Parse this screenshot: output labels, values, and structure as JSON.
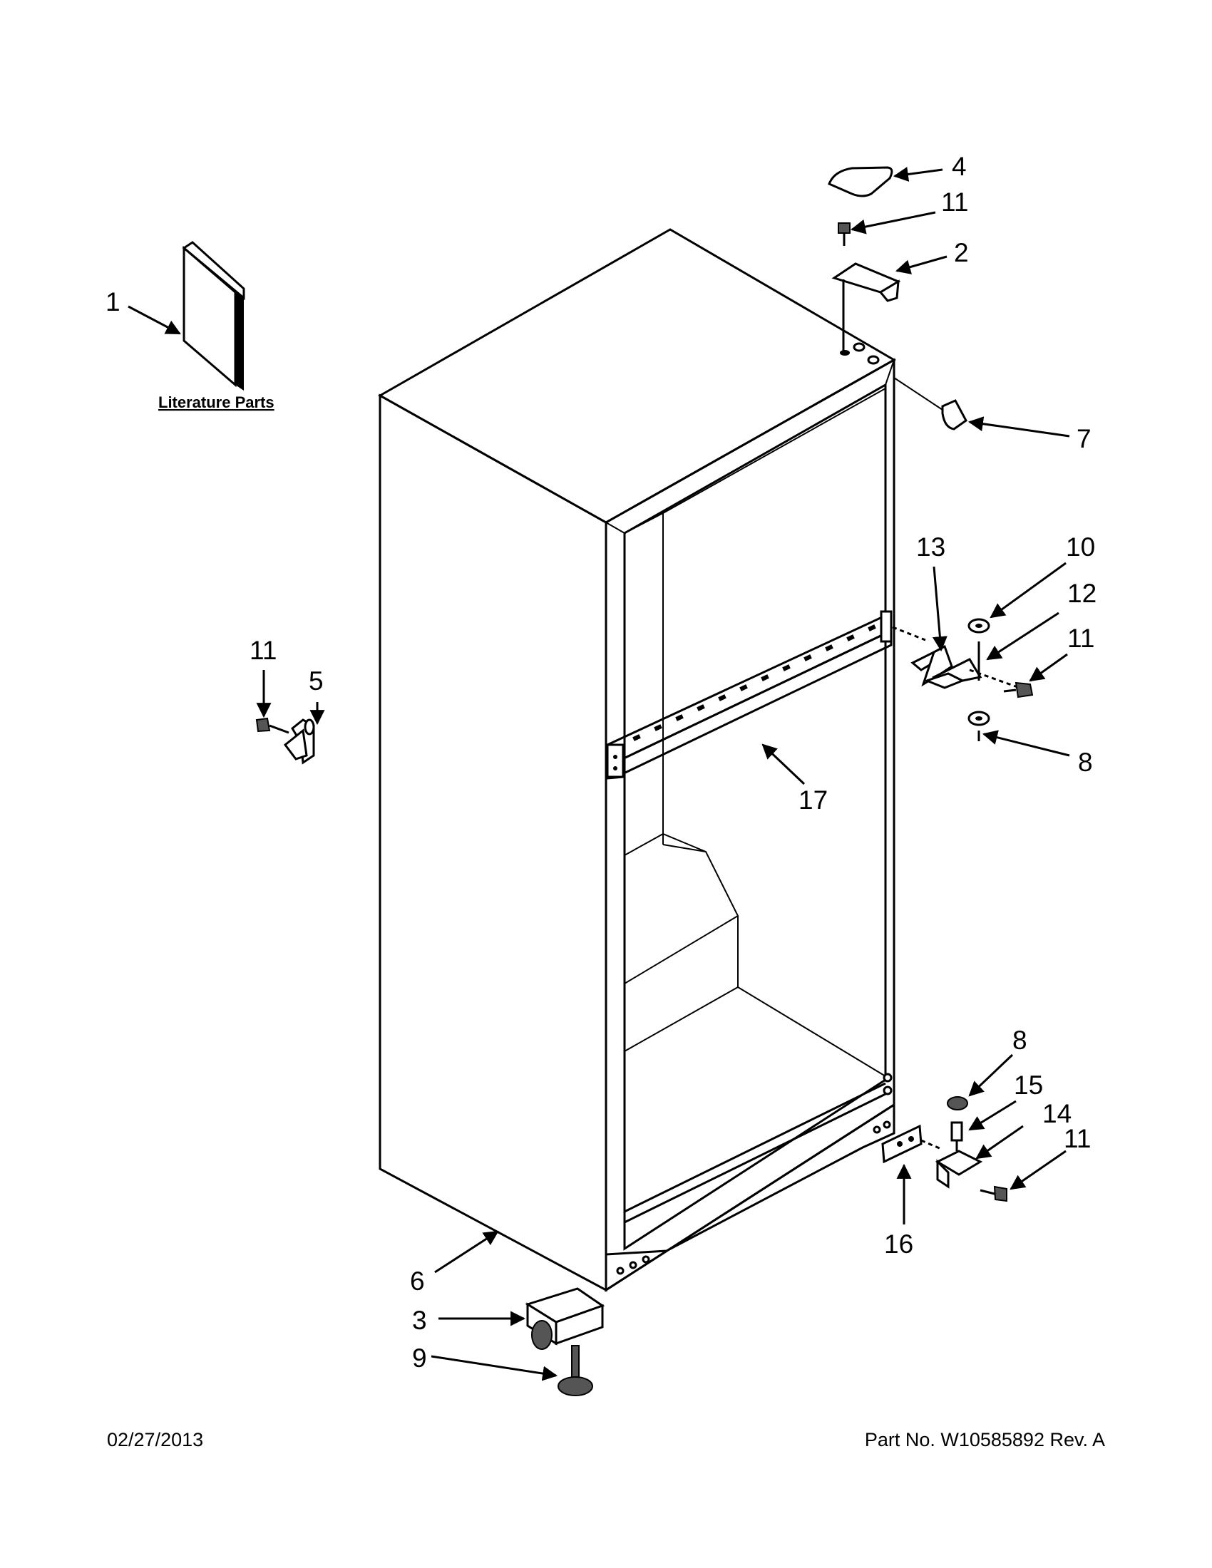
{
  "literature_label": "Literature Parts",
  "callouts": [
    {
      "id": "c1",
      "text": "1"
    },
    {
      "id": "c4",
      "text": "4"
    },
    {
      "id": "c11a",
      "text": "11"
    },
    {
      "id": "c2",
      "text": "2"
    },
    {
      "id": "c7",
      "text": "7"
    },
    {
      "id": "c13",
      "text": "13"
    },
    {
      "id": "c10",
      "text": "10"
    },
    {
      "id": "c12",
      "text": "12"
    },
    {
      "id": "c11b",
      "text": "11"
    },
    {
      "id": "c8a",
      "text": "8"
    },
    {
      "id": "c17",
      "text": "17"
    },
    {
      "id": "c11c",
      "text": "11"
    },
    {
      "id": "c5",
      "text": "5"
    },
    {
      "id": "c8b",
      "text": "8"
    },
    {
      "id": "c15",
      "text": "15"
    },
    {
      "id": "c14",
      "text": "14"
    },
    {
      "id": "c11d",
      "text": "11"
    },
    {
      "id": "c16",
      "text": "16"
    },
    {
      "id": "c6",
      "text": "6"
    },
    {
      "id": "c3",
      "text": "3"
    },
    {
      "id": "c9",
      "text": "9"
    }
  ],
  "footer": {
    "date": "02/27/2013",
    "part_number": "Part No.  W10585892  Rev.  A"
  }
}
